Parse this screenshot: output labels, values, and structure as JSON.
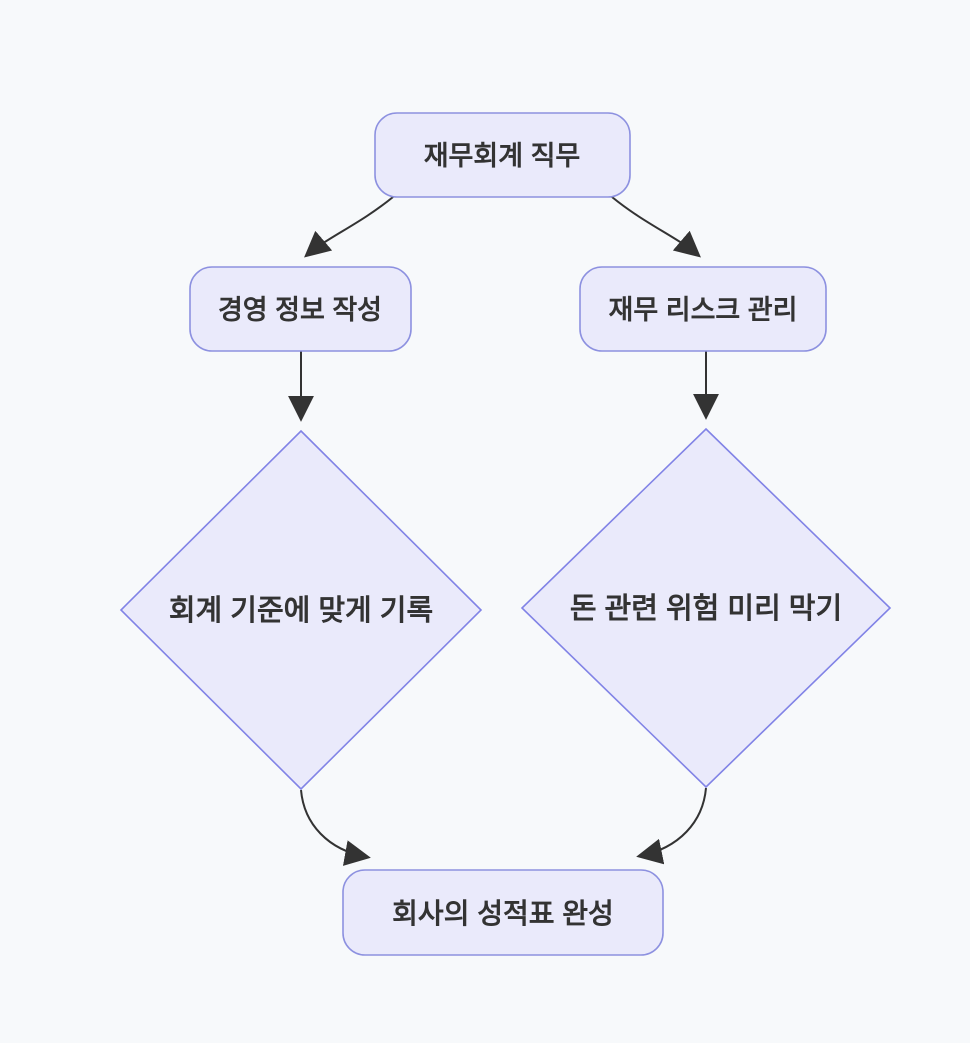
{
  "diagram": {
    "type": "flowchart-top-down",
    "colors": {
      "background": "#f7f9fb",
      "node_fill": "#eaeafb",
      "rect_border": "#8d91e0",
      "diamond_border": "#8183e6",
      "edge_color": "#333333",
      "text_color": "#333333"
    },
    "nodes": {
      "root": {
        "label": "재무회계 직무",
        "shape": "rounded-rect"
      },
      "management_info": {
        "label": "경영 정보 작성",
        "shape": "rounded-rect"
      },
      "financial_risk": {
        "label": "재무 리스크 관리",
        "shape": "rounded-rect"
      },
      "accounting_record": {
        "label": "회계 기준에 맞게 기록",
        "shape": "diamond"
      },
      "risk_prevention": {
        "label": "돈 관련 위험 미리 막기",
        "shape": "diamond"
      },
      "company_report": {
        "label": "회사의 성적표 완성",
        "shape": "rounded-rect"
      }
    },
    "edges": [
      {
        "from": "root",
        "to": "management_info"
      },
      {
        "from": "root",
        "to": "financial_risk"
      },
      {
        "from": "management_info",
        "to": "accounting_record"
      },
      {
        "from": "financial_risk",
        "to": "risk_prevention"
      },
      {
        "from": "accounting_record",
        "to": "company_report"
      },
      {
        "from": "risk_prevention",
        "to": "company_report"
      }
    ]
  }
}
